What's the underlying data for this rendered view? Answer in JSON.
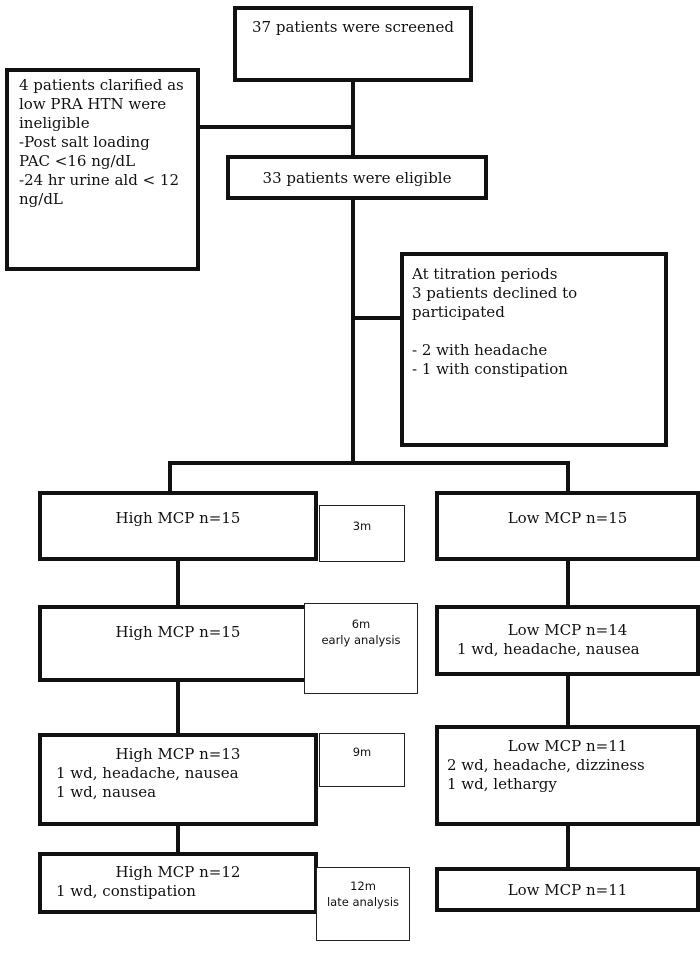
{
  "screened": {
    "lines": [
      "37 patients were screened"
    ]
  },
  "ineligible": {
    "lines": [
      "4 patients clarified as",
      "low PRA HTN were",
      "ineligible",
      "-Post salt loading",
      "PAC <16 ng/dL",
      "-24 hr urine ald < 12",
      "ng/dL"
    ]
  },
  "eligible": {
    "lines": [
      "33 patients were eligible"
    ]
  },
  "titration": {
    "lines": [
      "At titration periods",
      "3 patients declined to",
      "participated",
      "",
      "- 2 with headache",
      "- 1 with constipation"
    ]
  },
  "high_groups": [
    {
      "lines": [
        "High MCP n=15"
      ]
    },
    {
      "lines": [
        "High MCP n=15"
      ]
    },
    {
      "lines": [
        "High MCP n=13",
        "1 wd, headache, nausea",
        "1 wd, nausea"
      ]
    },
    {
      "lines": [
        "High MCP n=12",
        "1 wd, constipation"
      ]
    }
  ],
  "low_groups": [
    {
      "lines": [
        "Low MCP n=15"
      ]
    },
    {
      "lines": [
        "Low MCP n=14",
        "1 wd, headache, nausea"
      ]
    },
    {
      "lines": [
        "Low MCP n=11",
        "2 wd, headache, dizziness",
        "1 wd, lethargy"
      ]
    },
    {
      "lines": [
        "Low MCP n=11"
      ]
    }
  ],
  "timepoints": [
    {
      "lines": [
        "3m"
      ]
    },
    {
      "lines": [
        "6m",
        "early analysis"
      ]
    },
    {
      "lines": [
        "9m"
      ]
    },
    {
      "lines": [
        "12m",
        "late analysis"
      ]
    }
  ]
}
